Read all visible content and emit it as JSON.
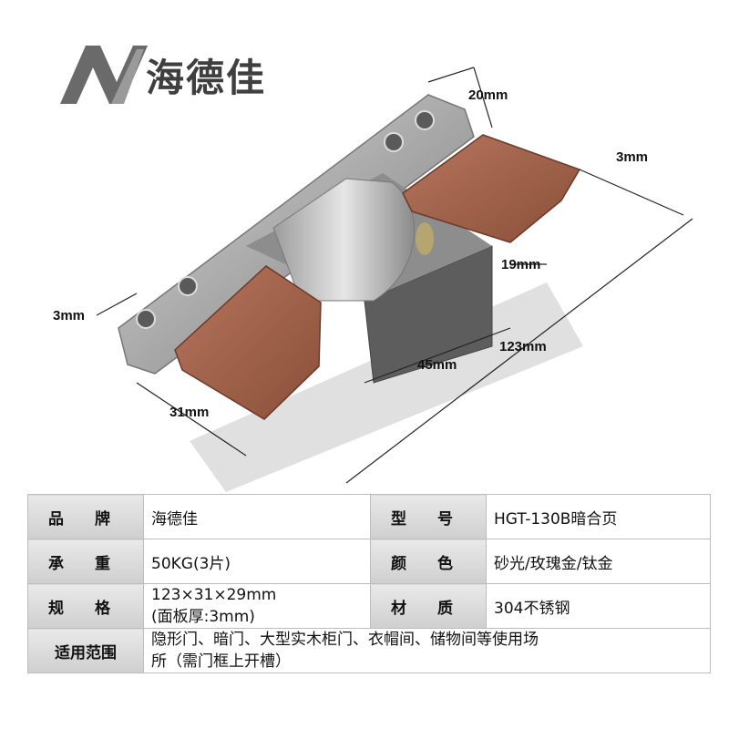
{
  "brand": {
    "name": "海德佳"
  },
  "dimensions": {
    "d1": "20mm",
    "d2": "3mm",
    "d3": "19mm",
    "d4": "3mm",
    "d5": "123mm",
    "d6": "45mm",
    "d7": "31mm"
  },
  "specs": {
    "brand_label": "品 牌",
    "brand_value": "海德佳",
    "model_label": "型 号",
    "model_value": "HGT-130B暗合页",
    "load_label": "承 重",
    "load_value": "50KG(3片)",
    "color_label": "颜 色",
    "color_value": "砂光/玫瑰金/钛金",
    "size_label": "规 格",
    "size_value_1": "123×31×29mm",
    "size_value_2": "(面板厚:3mm)",
    "material_label": "材 质",
    "material_value": "304不锈钢",
    "scope_label": "适用范围",
    "scope_value_1": "隐形门、暗门、大型实木柜门、衣帽间、储物间等使用场",
    "scope_value_2": "所（需门框上开槽）"
  },
  "colors": {
    "rose": "#a0624a",
    "steel": "#b8b8b8",
    "dark_steel": "#6e6e6e"
  }
}
